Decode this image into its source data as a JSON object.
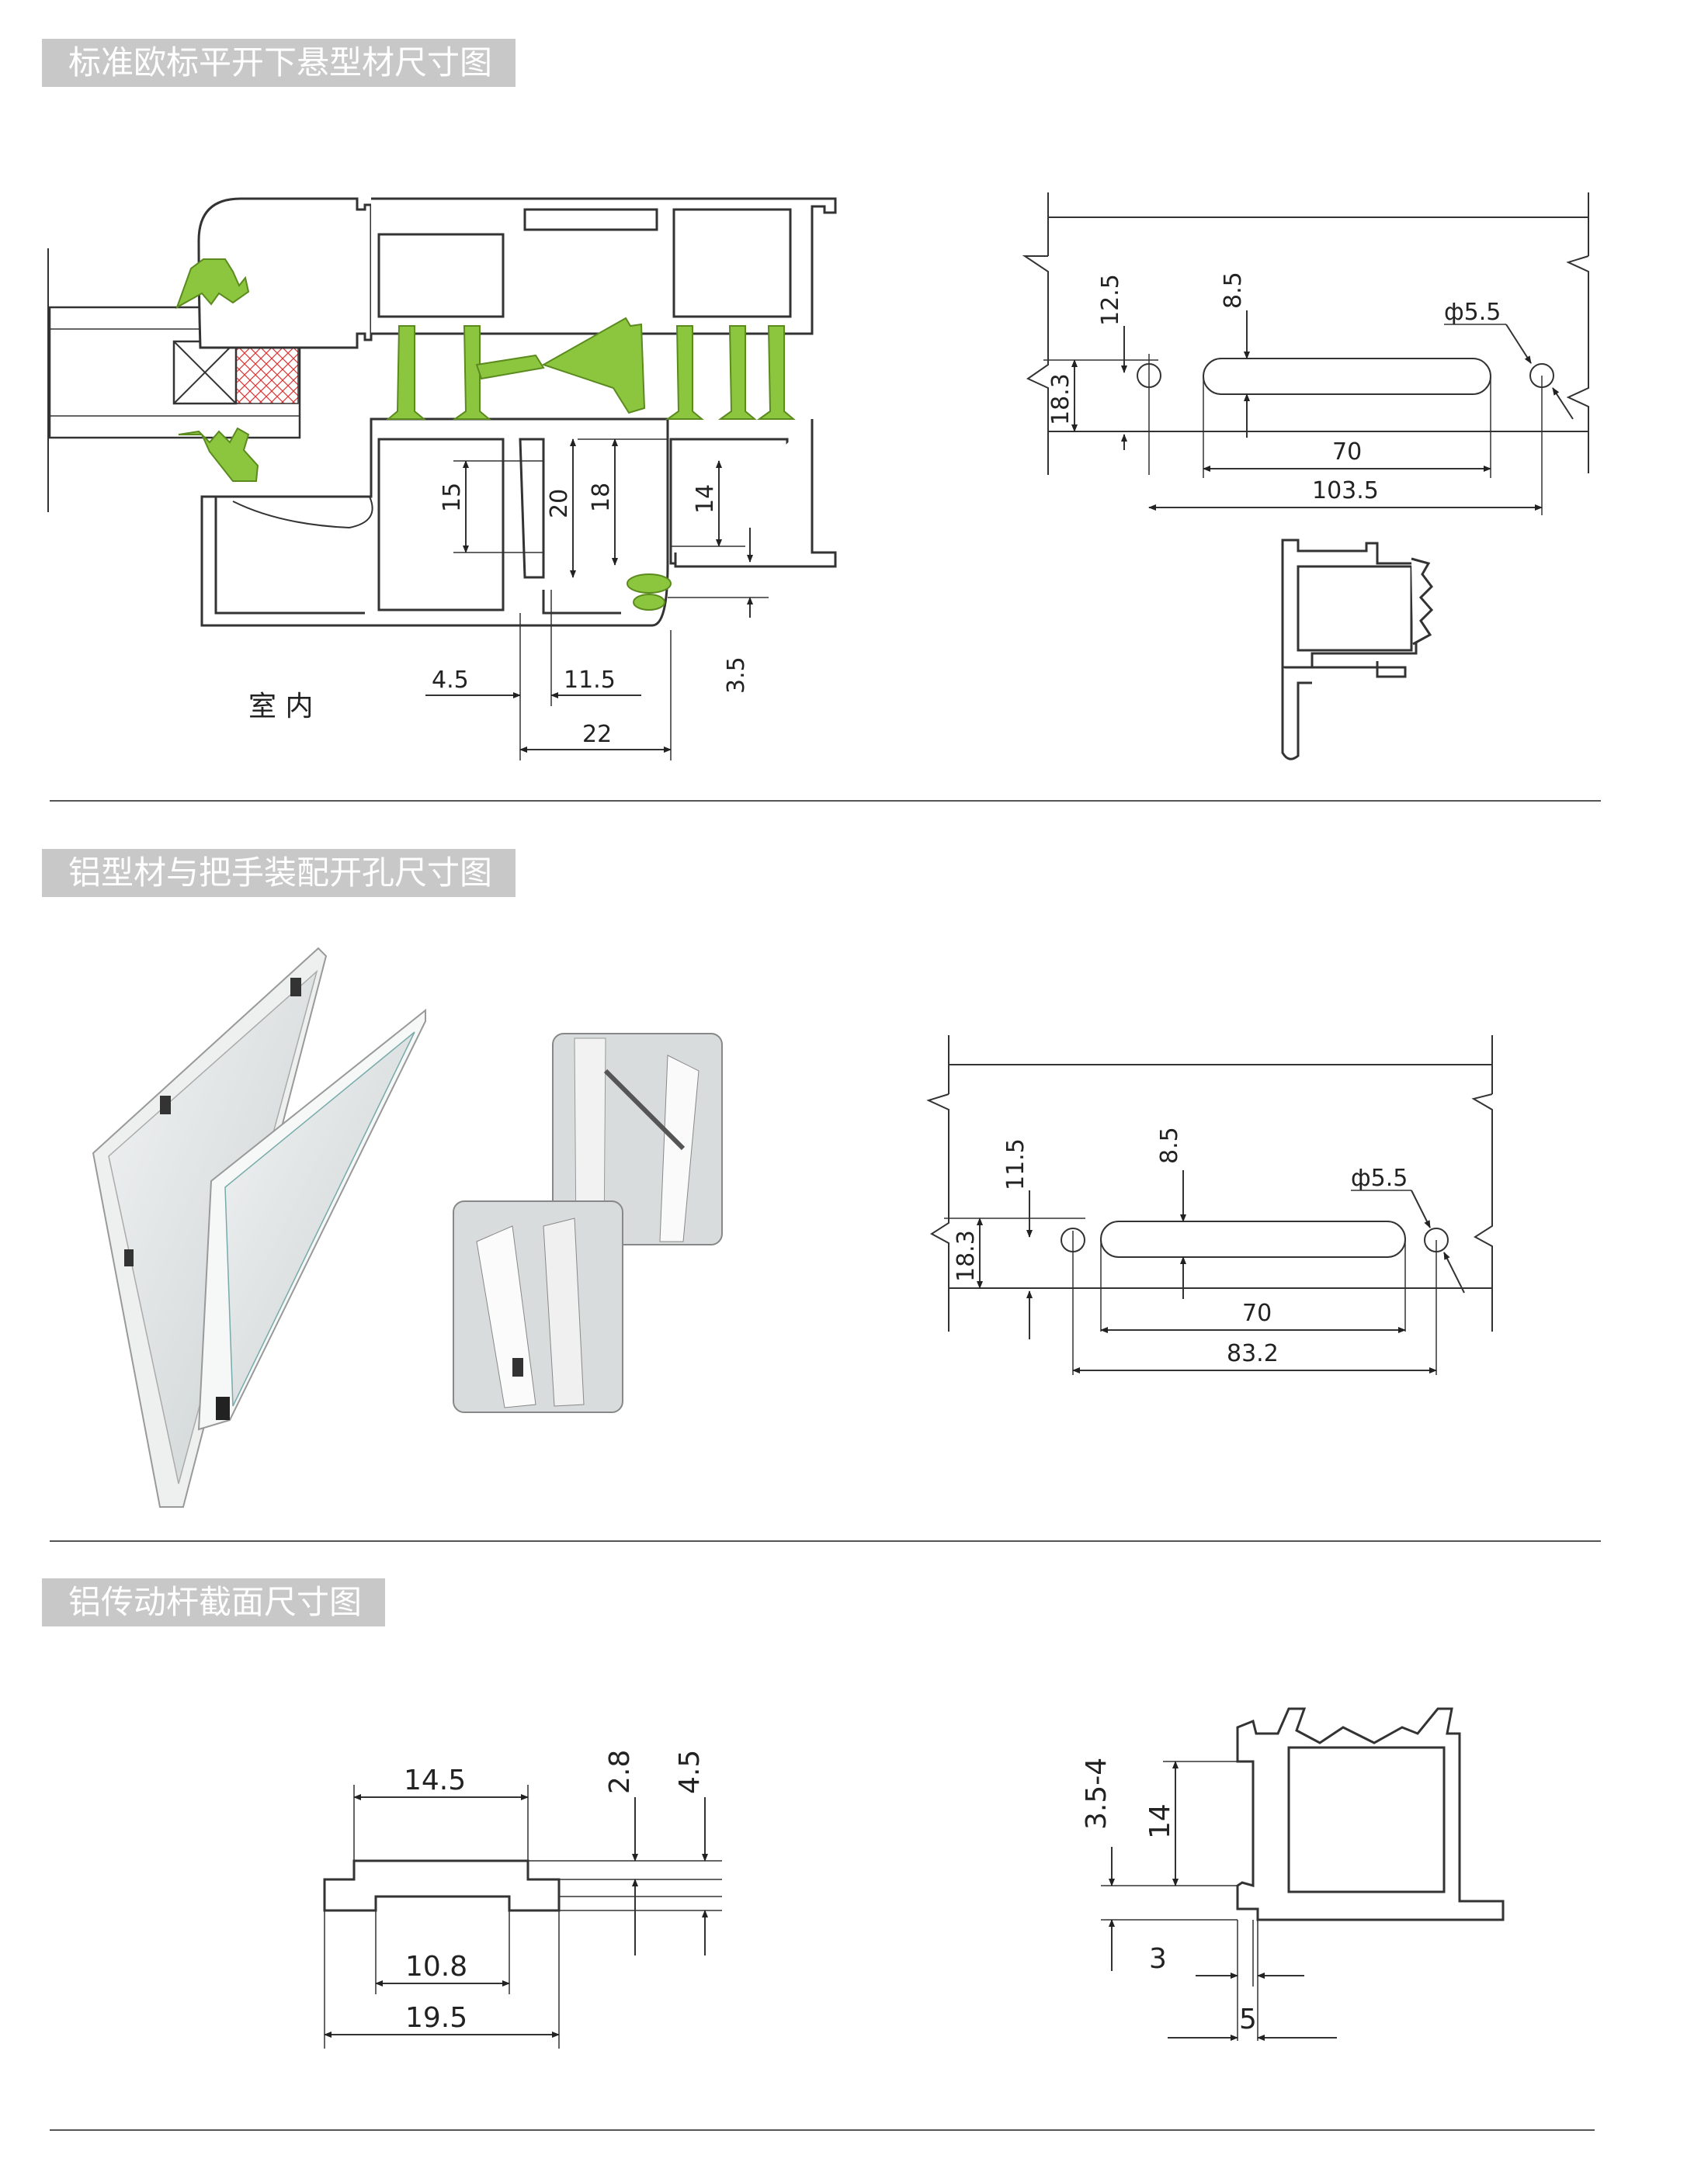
{
  "sections": [
    {
      "title": "标准欧标平开下悬型材尺寸图"
    },
    {
      "title": "铝型材与把手装配开孔尺寸图"
    },
    {
      "title": "铝传动杆截面尺寸图"
    }
  ],
  "section1": {
    "indoor_label": "室 内",
    "profile_dims": {
      "d15": "15",
      "d20": "20",
      "d18": "18",
      "d14": "14",
      "d4_5": "4.5",
      "d11_5": "11.5",
      "d22": "22",
      "d3_5": "3.5"
    },
    "hole_dims": {
      "d12_5": "12.5",
      "d8_5": "8.5",
      "phi": "ф5.5",
      "d18_3": "18.3",
      "d70": "70",
      "d103_5": "103.5"
    }
  },
  "section2": {
    "hole_dims": {
      "d11_5": "11.5",
      "d8_5": "8.5",
      "phi": "ф5.5",
      "d18_3": "18.3",
      "d70": "70",
      "d83_2": "83.2"
    }
  },
  "section3": {
    "rod_dims": {
      "d14_5": "14.5",
      "d2_8": "2.8",
      "d4_5": "4.5",
      "d10_8": "10.8",
      "d19_5": "19.5"
    },
    "groove_dims": {
      "d3_5_4": "3.5-4",
      "d14": "14",
      "d3": "3",
      "d5": "5"
    }
  },
  "colors": {
    "title_bar": "#c8c8c8",
    "gasket_green": "#8cc63f",
    "line": "#333333"
  }
}
